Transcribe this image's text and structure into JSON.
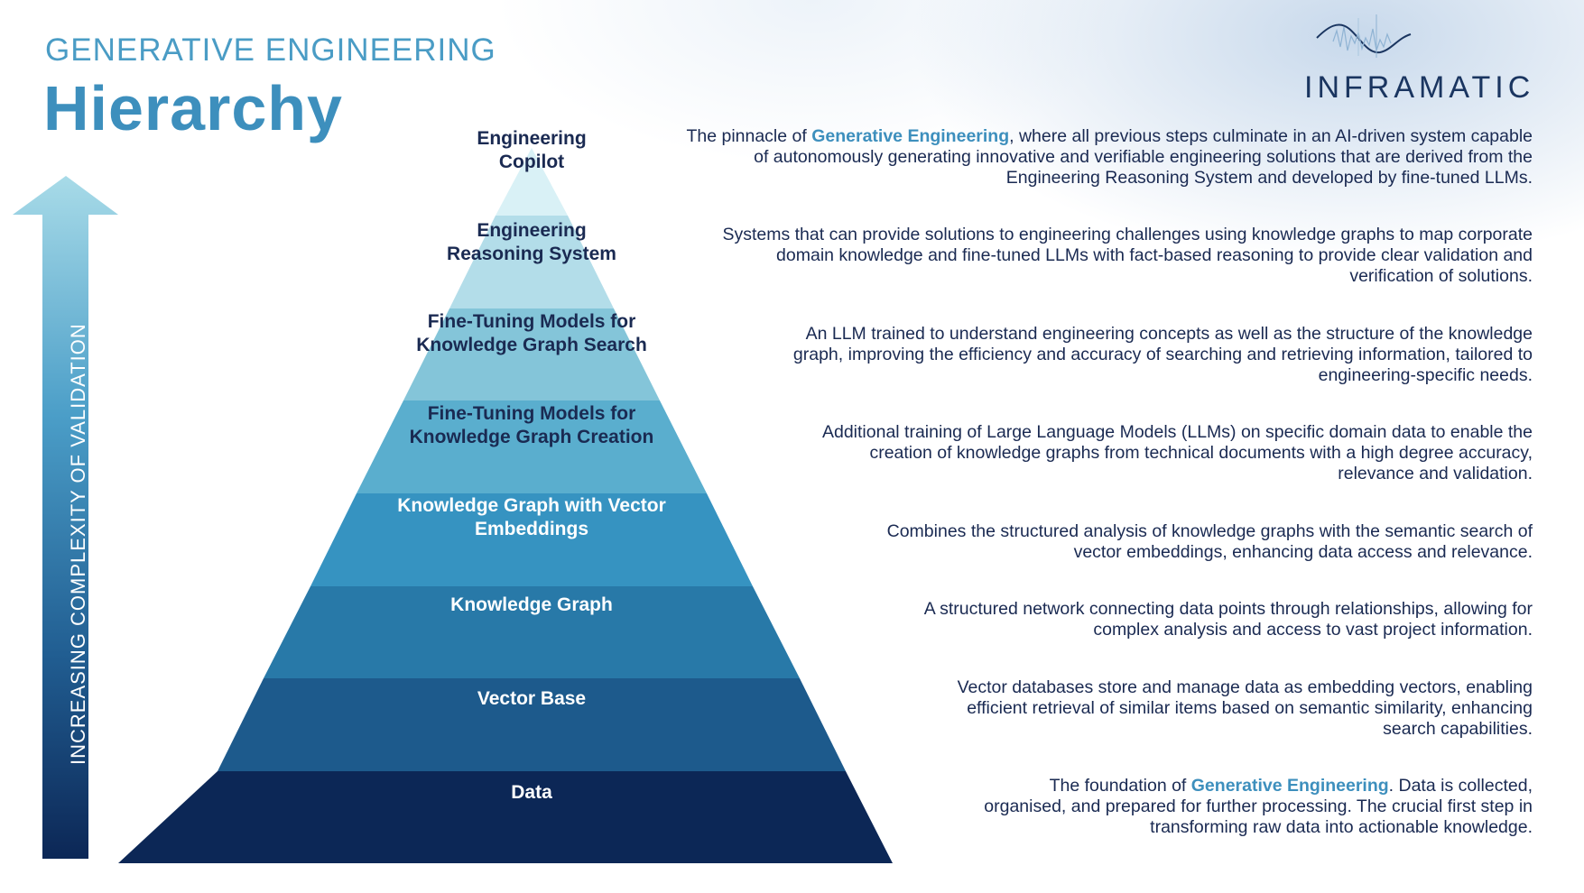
{
  "header": {
    "title_top": "GENERATIVE ENGINEERING",
    "title_main": "Hierarchy"
  },
  "logo": {
    "name": "INFRAMATIC",
    "icon": "waveform-logo-icon"
  },
  "axis": {
    "label": "INCREASING COMPLEXITY OF VALIDATION",
    "icon": "up-arrow-icon"
  },
  "colors": {
    "title": "#3d8fbd",
    "accent": "#3d8fbd",
    "text_dark": "#1a2a52",
    "tiers": [
      "#d9f1f6",
      "#b3dde9",
      "#84c5d9",
      "#5aaece",
      "#3693c1",
      "#2879a8",
      "#1d5a8c",
      "#0c2756"
    ]
  },
  "tiers": [
    {
      "label_line1": "Engineering",
      "label_line2": "Copilot",
      "desc_pre": "The pinnacle of ",
      "desc_highlight": "Generative Engineering",
      "desc_post": ", where all previous steps culminate in an AI-driven system capable of autonomously generating innovative and verifiable engineering solutions that are derived from the Engineering Reasoning System and developed by fine-tuned LLMs."
    },
    {
      "label_line1": "Engineering",
      "label_line2": "Reasoning System",
      "desc_pre": "Systems that can provide solutions to engineering challenges using knowledge graphs to map corporate domain knowledge and fine-tuned LLMs with fact-based reasoning to provide clear validation and verification of solutions.",
      "desc_highlight": "",
      "desc_post": ""
    },
    {
      "label_line1": "Fine-Tuning Models for",
      "label_line2": "Knowledge Graph Search",
      "desc_pre": "An LLM trained to understand engineering concepts as well as the structure of the knowledge graph, improving the efficiency and accuracy of searching and retrieving information, tailored to engineering-specific needs.",
      "desc_highlight": "",
      "desc_post": ""
    },
    {
      "label_line1": "Fine-Tuning Models for",
      "label_line2": "Knowledge Graph Creation",
      "desc_pre": "Additional training of Large Language Models (LLMs) on specific domain data to enable the creation of knowledge graphs from technical documents with a high  degree accuracy, relevance and validation.",
      "desc_highlight": "",
      "desc_post": ""
    },
    {
      "label_line1": "Knowledge Graph with Vector",
      "label_line2": "Embeddings",
      "desc_pre": "Combines the structured analysis of knowledge graphs with the semantic search of vector embeddings, enhancing data access and relevance.",
      "desc_highlight": "",
      "desc_post": ""
    },
    {
      "label_line1": "Knowledge Graph",
      "label_line2": "",
      "desc_pre": "A structured network connecting data points through relationships, allowing for complex analysis and access to vast project information.",
      "desc_highlight": "",
      "desc_post": ""
    },
    {
      "label_line1": "Vector Base",
      "label_line2": "",
      "desc_pre": "Vector databases store and manage data as embedding vectors, enabling efficient retrieval of similar items based on semantic similarity, enhancing search capabilities.",
      "desc_highlight": "",
      "desc_post": ""
    },
    {
      "label_line1": "Data",
      "label_line2": "",
      "desc_pre": "The foundation of ",
      "desc_highlight": "Generative Engineering",
      "desc_post": ". Data is collected, organised, and prepared for further processing. The crucial first step in transforming raw data into actionable knowledge."
    }
  ]
}
